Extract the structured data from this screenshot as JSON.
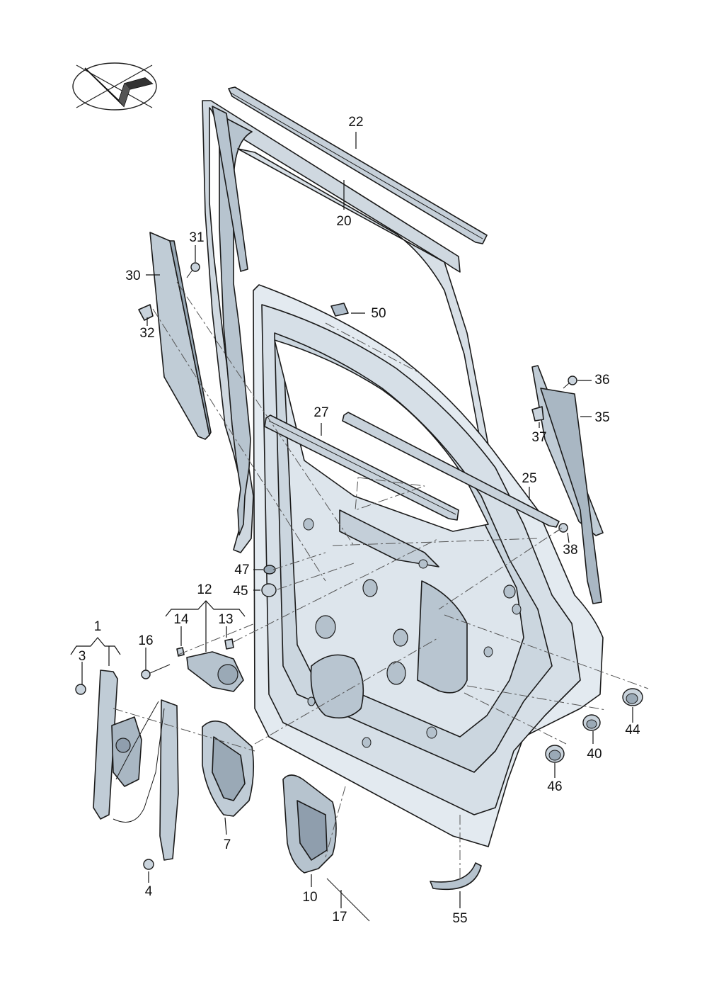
{
  "diagram": {
    "logo_icon": "vw-audi-brand-mark-icon",
    "colors": {
      "metal": "#dfe7ee",
      "metal_dark": "#b9c6d1",
      "metal_shadow": "#9fb0bd",
      "rubber": "#c8d2db",
      "part_dark": "#8a9aa8"
    },
    "labels": [
      {
        "id": "lbl-1",
        "text": "1"
      },
      {
        "id": "lbl-3",
        "text": "3"
      },
      {
        "id": "lbl-4",
        "text": "4"
      },
      {
        "id": "lbl-7",
        "text": "7"
      },
      {
        "id": "lbl-10",
        "text": "10"
      },
      {
        "id": "lbl-12",
        "text": "12"
      },
      {
        "id": "lbl-13",
        "text": "13"
      },
      {
        "id": "lbl-14",
        "text": "14"
      },
      {
        "id": "lbl-16",
        "text": "16"
      },
      {
        "id": "lbl-17",
        "text": "17"
      },
      {
        "id": "lbl-20",
        "text": "20"
      },
      {
        "id": "lbl-22",
        "text": "22"
      },
      {
        "id": "lbl-25",
        "text": "25"
      },
      {
        "id": "lbl-27",
        "text": "27"
      },
      {
        "id": "lbl-30",
        "text": "30"
      },
      {
        "id": "lbl-31",
        "text": "31"
      },
      {
        "id": "lbl-32",
        "text": "32"
      },
      {
        "id": "lbl-35",
        "text": "35"
      },
      {
        "id": "lbl-36",
        "text": "36"
      },
      {
        "id": "lbl-37",
        "text": "37"
      },
      {
        "id": "lbl-38",
        "text": "38"
      },
      {
        "id": "lbl-40",
        "text": "40"
      },
      {
        "id": "lbl-44",
        "text": "44"
      },
      {
        "id": "lbl-45",
        "text": "45"
      },
      {
        "id": "lbl-46",
        "text": "46"
      },
      {
        "id": "lbl-47",
        "text": "47"
      },
      {
        "id": "lbl-50",
        "text": "50"
      },
      {
        "id": "lbl-55",
        "text": "55"
      }
    ]
  }
}
